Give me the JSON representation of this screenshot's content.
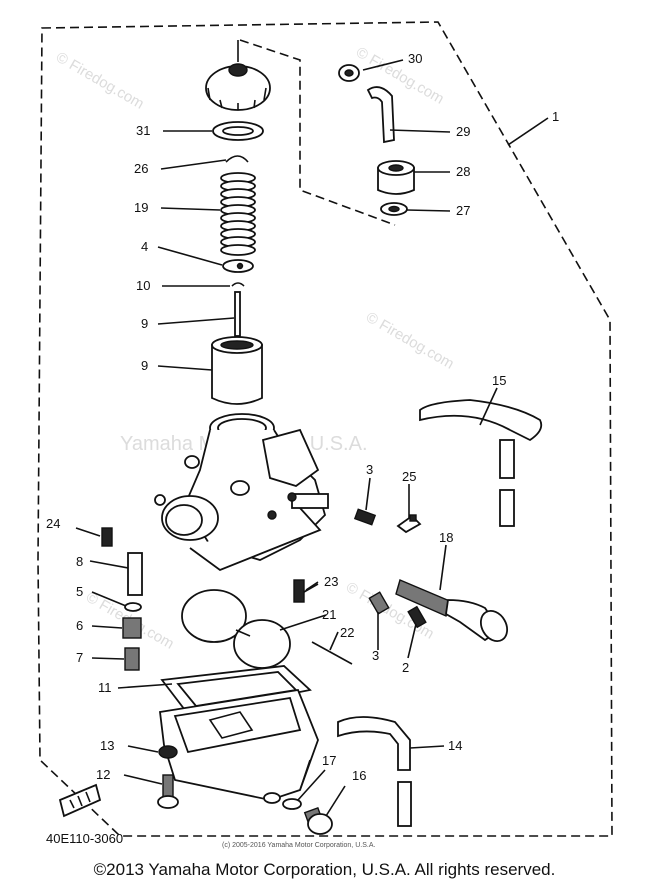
{
  "watermarks": {
    "firedog_small": "© Firedog.com",
    "firedog_large": "© Firedog.com",
    "yamaha": "Yamaha Motor Corp, U.S.A."
  },
  "callouts": {
    "p1": "1",
    "p2": "2",
    "p3a": "3",
    "p3b": "3",
    "p4": "4",
    "p5": "5",
    "p6": "6",
    "p7": "7",
    "p8": "8",
    "p9": "9",
    "p9b": "9",
    "p10": "10",
    "p11": "11",
    "p12": "12",
    "p13": "13",
    "p14": "14",
    "p15": "15",
    "p16": "16",
    "p17": "17",
    "p18": "18",
    "p19": "19",
    "p21": "21",
    "p22": "22",
    "p23": "23",
    "p24": "24",
    "p25": "25",
    "p26": "26",
    "p27": "27",
    "p28": "28",
    "p29": "29",
    "p30": "30",
    "p31": "31"
  },
  "diagram_code": "40E110-3060",
  "small_copyright": "(c) 2005-2016 Yamaha Motor Corporation, U.S.A.",
  "copyright": "©2013 Yamaha Motor Corporation, U.S.A. All rights reserved.",
  "colors": {
    "ink": "#111111",
    "watermark": "#dcdcdc",
    "background": "#ffffff"
  }
}
